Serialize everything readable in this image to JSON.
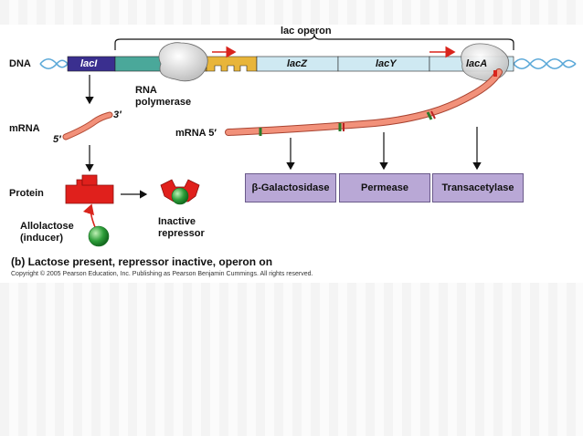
{
  "labels": {
    "operon": "lac operon",
    "dna": "DNA",
    "laci": "lacI",
    "lacz": "lacZ",
    "lacy": "lacY",
    "laca": "lacA",
    "rna_polymerase_1": "RNA",
    "rna_polymerase_2": "polymerase",
    "mrna_left": "mRNA",
    "three_prime": "3′",
    "five_prime_left": "5′",
    "mrna_right": "mRNA 5′",
    "protein": "Protein",
    "allolactose_1": "Allolactose",
    "allolactose_2": "(inducer)",
    "inactive_1": "Inactive",
    "inactive_2": "repressor"
  },
  "products": [
    "β-Galactosidase",
    "Permease",
    "Transacetylase"
  ],
  "caption": "(b) Lactose present, repressor inactive, operon on",
  "copyright": "Copyright © 2005 Pearson Education, Inc. Publishing as Pearson Benjamin Cummings. All rights reserved.",
  "colors": {
    "laci_box": "#3a2f8f",
    "promoter": "#4aa89a",
    "operator": "#e8b53a",
    "gene_box": "#cfe9f2",
    "mrna": "#f2917a",
    "repressor": "#e0201c",
    "inducer": "#2e9e3a",
    "product_box": "#b9a8d6",
    "dna_helix": "#5aa8d8"
  }
}
